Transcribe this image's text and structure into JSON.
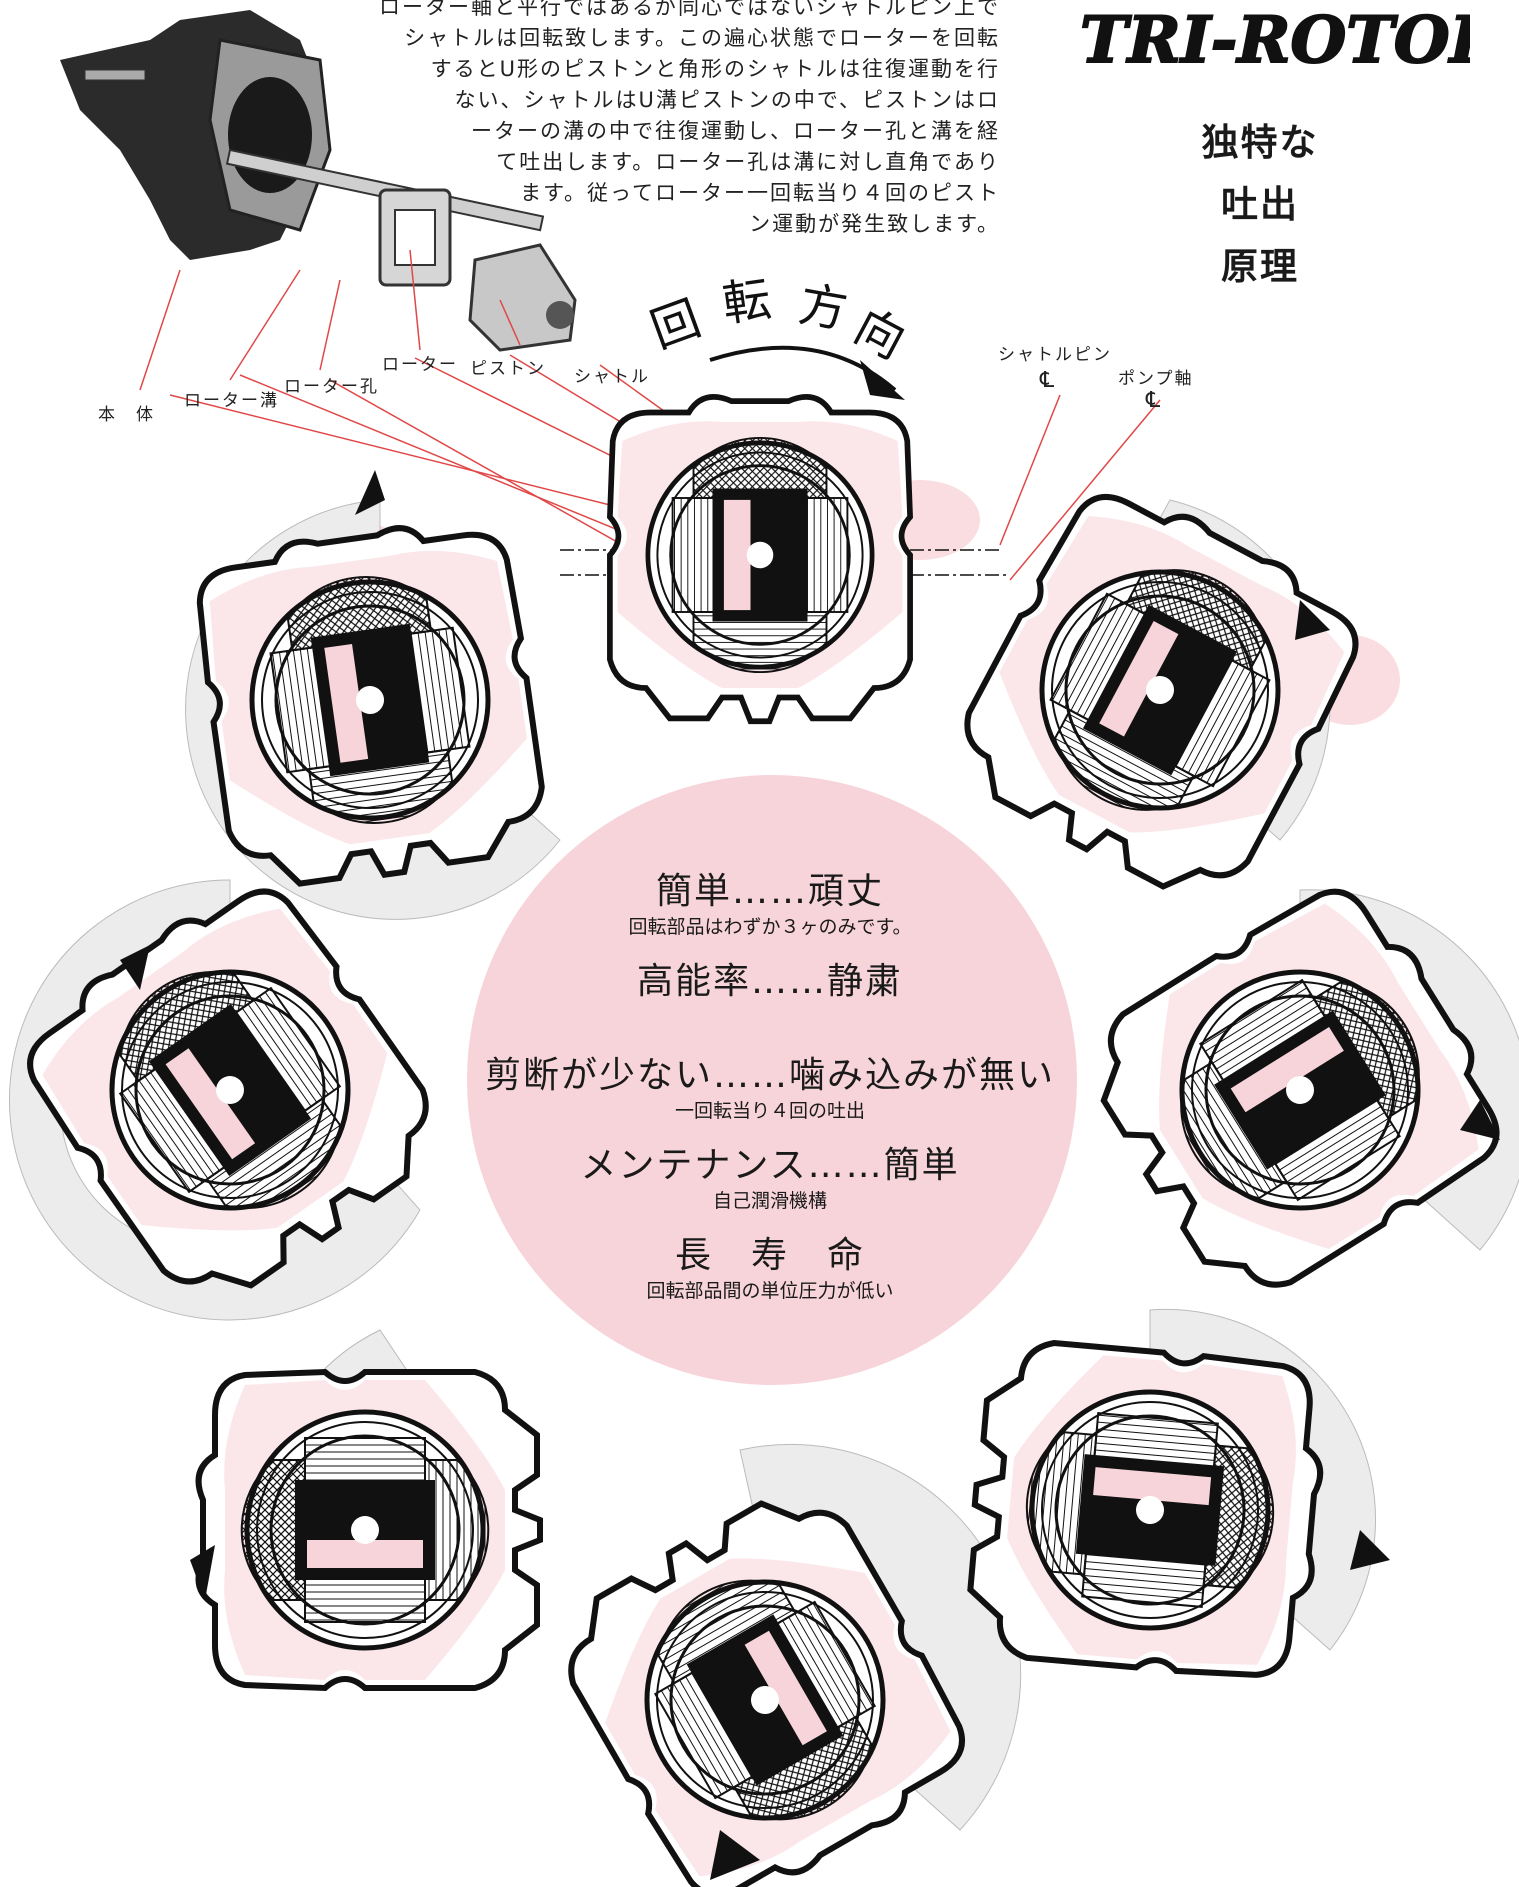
{
  "intro": {
    "text": "ローター軸と平行ではあるが同心ではないシャトルピン上で\nシャトルは回転致します。この遍心状態でローターを回転\nするとU形のピストンと角形のシャトルは往復運動を行\nない、シャトルはU溝ピストンの中で、ピストンはロ\nーターの溝の中で往復運動し、ローター孔と溝を経\nて吐出します。ローター孔は溝に対し直角であり\nます。従ってローター一回転当り４回のピスト\nン運動が発生致します。"
  },
  "logo": {
    "text": "TRI-ROTOR"
  },
  "tagline": [
    "独特な",
    "吐出",
    "原理"
  ],
  "diagram": {
    "rotation_label": [
      "回",
      "転",
      "方",
      "向"
    ],
    "part_labels": {
      "body": "本　体",
      "rotor_groove": "ローター溝",
      "rotor_hole": "ローター孔",
      "rotor": "ローター",
      "piston": "ピストン",
      "shuttle": "シャトル",
      "shuttle_pin": "シャトルピン",
      "pump_shaft": "ポンプ軸",
      "centerline_symbol": "℄"
    }
  },
  "features": [
    {
      "head": "簡単……頑丈",
      "sub": "回転部品はわずか３ヶのみです。"
    },
    {
      "head": "高能率……静粛",
      "sub": ""
    },
    {
      "head": "剪断が少ない……噛み込みが無い",
      "sub": "一回転当り４回の吐出"
    },
    {
      "head": "メンテナンス……簡単",
      "sub": "自己潤滑機構"
    },
    {
      "head": "長　寿　命",
      "sub": "回転部品間の単位圧力が低い"
    }
  ],
  "colors": {
    "pink": "#f7d4d9",
    "pink_light": "#fae3e6",
    "ink": "#111111",
    "line_red": "#e04848",
    "gray_arrow": "#e6e6e6"
  }
}
